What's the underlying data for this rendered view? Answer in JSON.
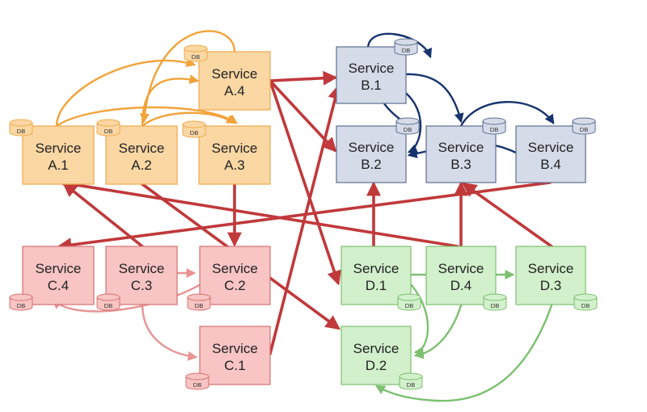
{
  "db_label": "DB",
  "groups": {
    "A": {
      "fill": "#fad7a3",
      "stroke": "#f0a84a",
      "arrow": "#f2a33a"
    },
    "B": {
      "fill": "#d5dbe8",
      "stroke": "#5f6f91",
      "arrow": "#17336e"
    },
    "C": {
      "fill": "#f8c4c4",
      "stroke": "#d87070",
      "arrow": "#e89393"
    },
    "D": {
      "fill": "#d2f0cb",
      "stroke": "#7cc070",
      "arrow": "#7cc070"
    },
    "cross_arrow": "#c0393b"
  },
  "services": [
    {
      "id": "A.1",
      "group": "A",
      "line1": "Service",
      "line2": "A.1"
    },
    {
      "id": "A.2",
      "group": "A",
      "line1": "Service",
      "line2": "A.2"
    },
    {
      "id": "A.3",
      "group": "A",
      "line1": "Service",
      "line2": "A.3"
    },
    {
      "id": "A.4",
      "group": "A",
      "line1": "Service",
      "line2": "A.4"
    },
    {
      "id": "B.1",
      "group": "B",
      "line1": "Service",
      "line2": "B.1"
    },
    {
      "id": "B.2",
      "group": "B",
      "line1": "Service",
      "line2": "B.2"
    },
    {
      "id": "B.3",
      "group": "B",
      "line1": "Service",
      "line2": "B.3"
    },
    {
      "id": "B.4",
      "group": "B",
      "line1": "Service",
      "line2": "B.4"
    },
    {
      "id": "C.1",
      "group": "C",
      "line1": "Service",
      "line2": "C.1"
    },
    {
      "id": "C.2",
      "group": "C",
      "line1": "Service",
      "line2": "C.2"
    },
    {
      "id": "C.3",
      "group": "C",
      "line1": "Service",
      "line2": "C.3"
    },
    {
      "id": "C.4",
      "group": "C",
      "line1": "Service",
      "line2": "C.4"
    },
    {
      "id": "D.1",
      "group": "D",
      "line1": "Service",
      "line2": "D.1"
    },
    {
      "id": "D.2",
      "group": "D",
      "line1": "Service",
      "line2": "D.2"
    },
    {
      "id": "D.3",
      "group": "D",
      "line1": "Service",
      "line2": "D.3"
    },
    {
      "id": "D.4",
      "group": "D",
      "line1": "Service",
      "line2": "D.4"
    }
  ],
  "connections": [
    {
      "from": "A.1",
      "to": "A.4",
      "kind": "internal"
    },
    {
      "from": "A.2",
      "to": "A.4",
      "kind": "internal"
    },
    {
      "from": "A.1",
      "to": "A.3",
      "kind": "internal"
    },
    {
      "from": "A.2",
      "to": "A.3",
      "kind": "internal"
    },
    {
      "from": "A.4",
      "to": "A.2",
      "kind": "internal"
    },
    {
      "from": "B.1",
      "to": "B.3",
      "kind": "internal"
    },
    {
      "from": "B.1",
      "to": "B.2",
      "kind": "internal"
    },
    {
      "from": "B.2",
      "to": "B.1",
      "kind": "internal"
    },
    {
      "from": "B.3",
      "to": "B.4",
      "kind": "internal"
    },
    {
      "from": "B.4",
      "to": "B.2",
      "kind": "internal"
    },
    {
      "from": "C.3",
      "to": "C.2",
      "kind": "internal"
    },
    {
      "from": "C.3",
      "to": "C.1",
      "kind": "internal"
    },
    {
      "from": "C.2",
      "to": "C.4",
      "kind": "internal"
    },
    {
      "from": "D.1",
      "to": "D.3",
      "kind": "internal"
    },
    {
      "from": "D.1",
      "to": "D.2",
      "kind": "internal"
    },
    {
      "from": "D.4",
      "to": "D.2",
      "kind": "internal"
    },
    {
      "from": "D.3",
      "to": "D.2",
      "kind": "internal"
    },
    {
      "from": "A.4",
      "to": "B.1",
      "kind": "cross"
    },
    {
      "from": "A.4",
      "to": "B.2",
      "kind": "cross"
    },
    {
      "from": "A.4",
      "to": "D.1",
      "kind": "cross"
    },
    {
      "from": "A.3",
      "to": "C.2",
      "kind": "cross"
    },
    {
      "from": "A.2",
      "to": "D.2",
      "kind": "cross"
    },
    {
      "from": "C.1",
      "to": "B.1",
      "kind": "cross"
    },
    {
      "from": "C.3",
      "to": "A.1",
      "kind": "cross"
    },
    {
      "from": "B.4",
      "to": "C.4",
      "kind": "cross"
    },
    {
      "from": "D.4",
      "to": "A.1",
      "kind": "cross"
    },
    {
      "from": "D.1",
      "to": "B.2",
      "kind": "cross"
    },
    {
      "from": "D.4",
      "to": "B.3",
      "kind": "cross"
    },
    {
      "from": "D.3",
      "to": "B.3",
      "kind": "cross"
    }
  ]
}
